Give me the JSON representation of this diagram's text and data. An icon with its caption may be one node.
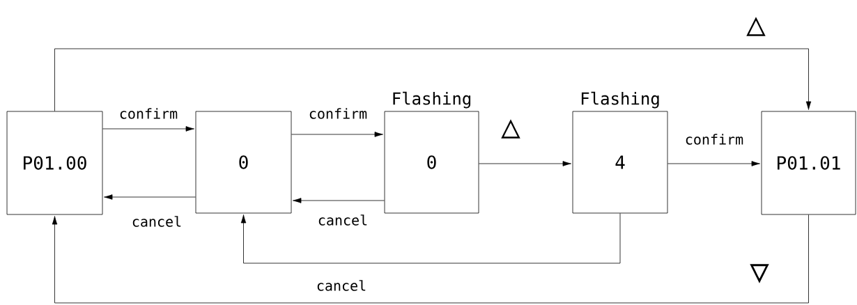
{
  "diagram": {
    "nodes": [
      {
        "text": [
          "P01.00"
        ]
      },
      {
        "text": [
          "0"
        ]
      },
      {
        "text": [
          "Flashing",
          "0"
        ]
      },
      {
        "text": [
          "Flashing",
          "4"
        ]
      },
      {
        "text": [
          "P01.01"
        ]
      }
    ],
    "edges": [
      {
        "from": 0,
        "to": 1,
        "arrow": "to",
        "label": "confirm"
      },
      {
        "from": 1,
        "to": 0,
        "arrow": "to",
        "label": "cancel"
      },
      {
        "from": 1,
        "to": 2,
        "arrow": "to",
        "label": "confirm"
      },
      {
        "from": 2,
        "to": 1,
        "arrow": "to",
        "label": "cancel"
      },
      {
        "from": 2,
        "to": 3,
        "arrow": "to",
        "label": "△"
      },
      {
        "from": 3,
        "to": 4,
        "arrow": "to",
        "label": "confirm"
      },
      {
        "from": 3,
        "to": 1,
        "arrow": "to",
        "label": "cancel"
      },
      {
        "from": 0,
        "to": 4,
        "arrow": "to",
        "label": "△"
      },
      {
        "from": 4,
        "to": 0,
        "arrow": "to",
        "label": "▽"
      }
    ]
  }
}
